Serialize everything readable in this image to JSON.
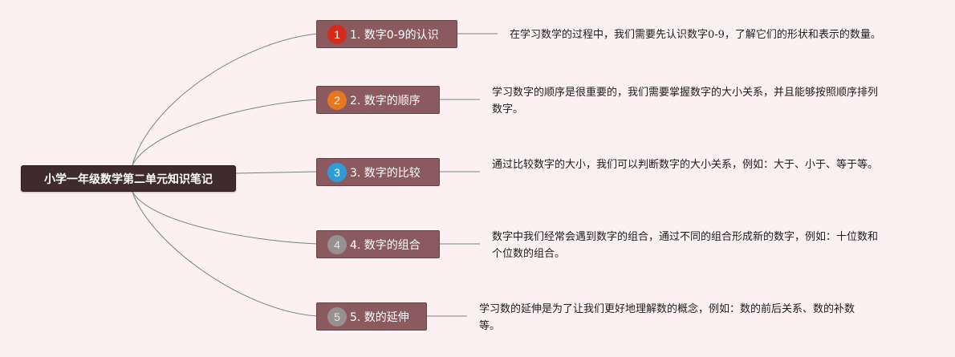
{
  "root": {
    "title": "小学一年级数学第二单元知识笔记"
  },
  "topics": [
    {
      "number": "1",
      "label": "1. 数字0-9的认识",
      "badge_color": "#d42a1c",
      "note": "在学习数学的过程中，我们需要先认识数字0-9，了解它们的形状和表示的数量。"
    },
    {
      "number": "2",
      "label": "2. 数字的顺序",
      "badge_color": "#e8761e",
      "note": "学习数字的顺序是很重要的，我们需要掌握数字的大小关系，并且能够按照顺序排列数字。"
    },
    {
      "number": "3",
      "label": "3. 数字的比较",
      "badge_color": "#2f9bd9",
      "note": "通过比较数字的大小，我们可以判断数字的大小关系，例如：大于、小于、等于等。"
    },
    {
      "number": "4",
      "label": "4. 数字的组合",
      "badge_color": "#9a9a9a",
      "note": "数字中我们经常会遇到数字的组合，通过不同的组合形成新的数字，例如：十位数和个位数的组合。"
    },
    {
      "number": "5",
      "label": "5. 数的延伸",
      "badge_color": "#9a9a9a",
      "note": "学习数的延伸是为了让我们更好地理解数的概念，例如：数的前后关系、数的补数等。"
    }
  ],
  "colors": {
    "background": "#fdf0f2",
    "root_fill": "#3f2a2d",
    "topic_fill": "#8a5a5e",
    "connector": "#6e8a7e"
  }
}
